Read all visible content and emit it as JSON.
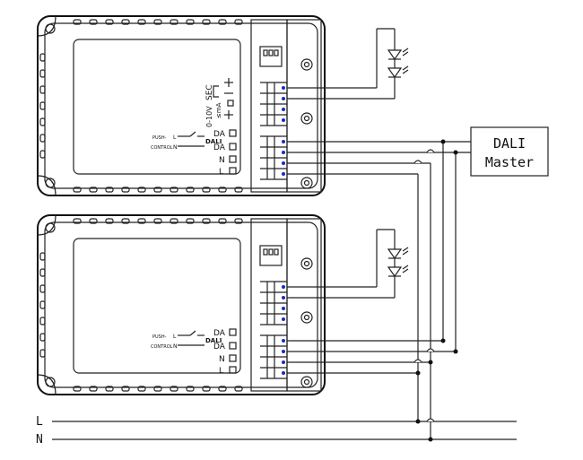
{
  "master": {
    "line1": "DALI",
    "line2": "Master"
  },
  "mains": {
    "l": "L",
    "n": "N"
  },
  "drivers": [
    {
      "dim_side_label": "SEC",
      "dim_label": "0-10V",
      "ma_label": "≤mA",
      "push_label": "PUSH-",
      "control_label": "CONTROL",
      "sw_l": "L",
      "sw_n": "N",
      "dali_label": "DALI",
      "da1": "DA",
      "da2": "DA",
      "n": "N",
      "l": "L"
    },
    {
      "push_label": "PUSH-",
      "control_label": "CONTROL",
      "sw_l": "L",
      "sw_n": "N",
      "dali_label": "DALI",
      "da1": "DA",
      "da2": "DA",
      "n": "N",
      "l": "L"
    }
  ]
}
